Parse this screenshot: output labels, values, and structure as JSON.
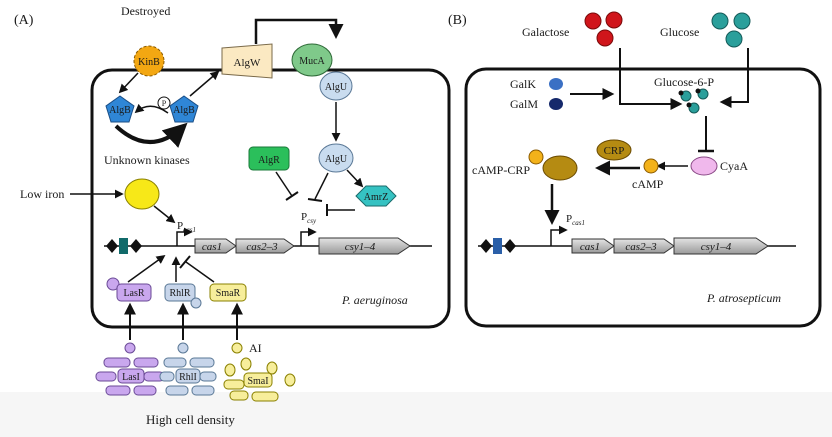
{
  "panel_a": {
    "label": "(A)",
    "organism": "P. aeruginosa",
    "destroyed": "Destroyed",
    "kinb": "KinB",
    "algw": "AlgW",
    "muca": "MucA",
    "algu_top": "AlgU",
    "algu_mid": "AlgU",
    "algb_left": "AlgB",
    "algb_right": "AlgB",
    "phospho": "P",
    "unknown_kinases": "Unknown kinases",
    "algr": "AlgR",
    "amrz": "AmrZ",
    "low_iron": "Low iron",
    "p_cas1": "P",
    "p_cas1_sub": "cas1",
    "p_csy": "P",
    "p_csy_sub": "csy",
    "cas1": "cas1",
    "cas23": "cas2–3",
    "csy14": "csy1–4",
    "lasr": "LasR",
    "rhlr": "RhlR",
    "smar": "SmaR",
    "ai": "AI",
    "lasi": "LasI",
    "rhli": "RhlI",
    "smai": "SmaI",
    "high_density": "High cell density"
  },
  "panel_b": {
    "label": "(B)",
    "organism": "P. atrosepticum",
    "galactose": "Galactose",
    "glucose": "Glucose",
    "galk": "GalK",
    "galm": "GalM",
    "glucose6p": "Glucose-6-P",
    "crp": "CRP",
    "camp_crp": "cAMP-CRP",
    "camp": "cAMP",
    "cyaa": "CyaA",
    "p_cas1": "P",
    "p_cas1_sub": "cas1",
    "cas1": "cas1",
    "cas23": "cas2–3",
    "csy14": "csy1–4"
  },
  "colors": {
    "algb": "#2f86d6",
    "kinb": "#f3a712",
    "algw": "#fbe9c2",
    "muca": "#7fc98a",
    "algu": "#c9dcef",
    "algr": "#2bbf5b",
    "amrz": "#35c2c2",
    "iron": "#f7e818",
    "lasr": "#c9a7ee",
    "rhlr": "#c7d5ea",
    "smar": "#f7ee9b",
    "galactose": "#d0151b",
    "glucose": "#2a9f9b",
    "crp": "#b58b12",
    "cyaa": "#f0b8ec",
    "camp": "#f3b21a",
    "galk": "#3b70c4",
    "galm": "#15296b",
    "gene": "#b8b8b8",
    "box_teal": "#116a6a",
    "box_blue": "#2a5fa8"
  }
}
